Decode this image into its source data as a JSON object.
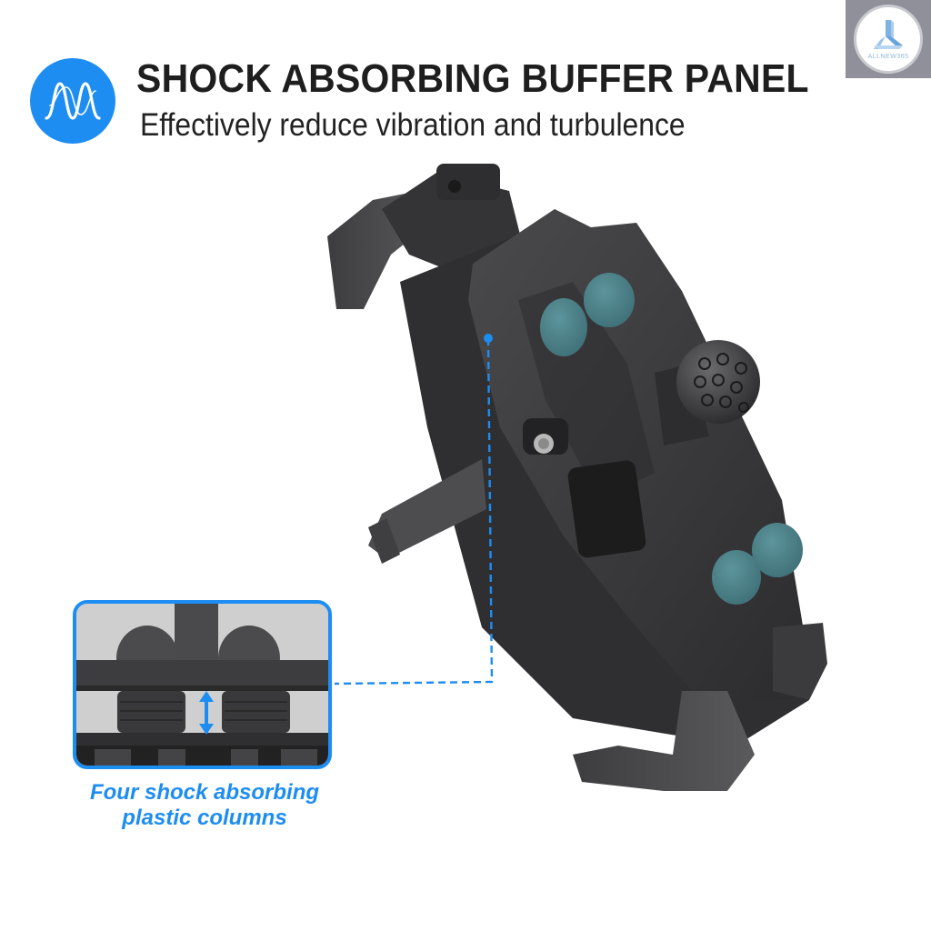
{
  "watermark": {
    "brand_text": "ALLNEW365",
    "icon": "triangle-cubes-logo-icon"
  },
  "feature": {
    "icon": "waveform-vibration-icon",
    "icon_color": "#1d8df2",
    "title": "SHOCK ABSORBING BUFFER PANEL",
    "subtitle": "Effectively reduce vibration and turbulence"
  },
  "product": {
    "name": "phone-holder-mount",
    "body_color": "#3a3a3c",
    "pad_color": "#4a7f86",
    "parts": [
      "upper-clamp-arms",
      "buffer-panel",
      "teal-rubber-pads-top",
      "ball-joint",
      "screw",
      "side-stem",
      "teal-rubber-pads-bottom",
      "lower-clamp-arms"
    ]
  },
  "inset": {
    "caption_line1": "Four shock absorbing",
    "caption_line2": "plastic columns",
    "accent_color": "#1d8df2",
    "arrow": "double-headed-vertical-arrow-icon"
  },
  "callout": {
    "style": "dashed",
    "color": "#1d8df2"
  }
}
